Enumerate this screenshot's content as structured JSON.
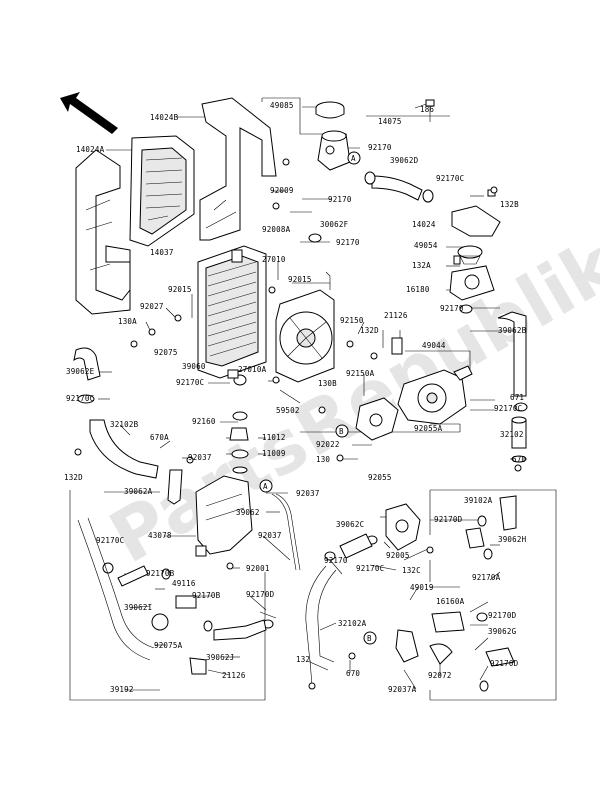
{
  "labels": {
    "l0": "186",
    "l1": "49085",
    "l2": "14075",
    "l3": "14024B",
    "l4": "14024A",
    "l5": "92170",
    "l6": "39062D",
    "l7": "92009",
    "l8": "92170",
    "l9": "92170C",
    "l10": "132B",
    "l11": "30062F",
    "l12": "14024",
    "l13": "92008A",
    "l14": "92170",
    "l15": "14037",
    "l16": "49054",
    "l17": "27010",
    "l18": "132A",
    "l19": "92015",
    "l20": "16180",
    "l21": "92015",
    "l22": "92027",
    "l23": "130A",
    "l24": "92170",
    "l25": "39062B",
    "l26": "92150",
    "l27": "21126",
    "l28": "92075",
    "l29": "132D",
    "l30": "39060",
    "l31": "49044",
    "l32": "39062E",
    "l33": "92170C",
    "l34": "27010A",
    "l35": "92150A",
    "l36": "130B",
    "l37": "92170C",
    "l38": "59502",
    "l39": "671",
    "l40": "92170C",
    "l41": "92160",
    "l42": "11012",
    "l43": "92055A",
    "l44": "32102B",
    "l45": "670A",
    "l46": "11009",
    "l47": "92022",
    "l48": "32102",
    "l49": "92037",
    "l50": "130",
    "l51": "132D",
    "l52": "670",
    "l53": "92055",
    "l54": "39062A",
    "l55": "92037",
    "l56": "39102A",
    "l57": "39062",
    "l58": "39062C",
    "l59": "92170D",
    "l60": "43078",
    "l61": "92037",
    "l62": "39062H",
    "l63": "92170C",
    "l64": "92005",
    "l65": "92001",
    "l66": "92170",
    "l67": "92170C",
    "l68": "132C",
    "l69": "92170B",
    "l70": "92170A",
    "l71": "49116",
    "l72": "49019",
    "l73": "39062I",
    "l74": "92170B",
    "l75": "92170D",
    "l76": "16160A",
    "l77": "92170D",
    "l78": "32102A",
    "l79": "39062G",
    "l80": "92075A",
    "l81": "39062J",
    "l82": "132",
    "l83": "670",
    "l84": "92170D",
    "l85": "39192",
    "l86": "21126",
    "l87": "92037A",
    "l88": "92072"
  },
  "callouts": {
    "a1": "A",
    "a2": "A",
    "b1": "B",
    "b2": "B"
  },
  "watermark": "PartsRepublik"
}
